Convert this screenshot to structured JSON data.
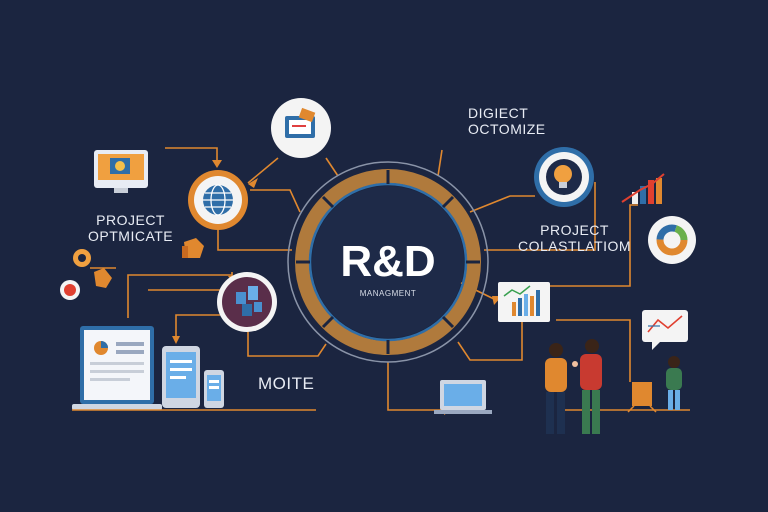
{
  "hub": {
    "title": "R&D",
    "subtitle": "MANAGMENT"
  },
  "labels": {
    "top_right": [
      "DIGIECT",
      "OCTOMIZE"
    ],
    "left": [
      "PROJECT",
      "OPTMICATE"
    ],
    "right": [
      "PROJECT",
      "COLASTLATIOM"
    ],
    "bottom_left": "MOITE"
  },
  "colors": {
    "background": "#1b2540",
    "ring_gold": "#b07a3c",
    "connector_orange": "#e0882f",
    "accent_blue": "#2f6ea8"
  },
  "icons": [
    "monitor-icon",
    "globe-icon",
    "clipboard-icon",
    "lightbulb-icon",
    "bar-chart-icon",
    "donut-chart-icon",
    "puzzle-blocks-icon",
    "line-chart-board-icon",
    "laptop-icon",
    "tablet-icon",
    "phone-icon",
    "people-icon"
  ]
}
